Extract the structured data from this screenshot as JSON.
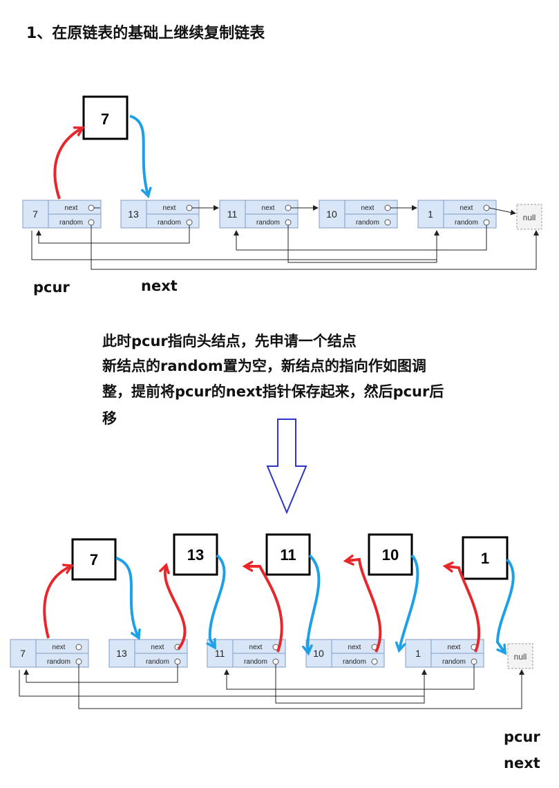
{
  "title": "1、在原链表的基础上继续复制链表",
  "field_next": "next",
  "field_random": "random",
  "null_label": "null",
  "original_list": {
    "values": [
      "7",
      "13",
      "11",
      "10",
      "1"
    ],
    "pcur_label": "pcur",
    "next_label": "next",
    "inserted_value": "7"
  },
  "explanation_lines": [
    "此时pcur指向头结点，先申请一个结点",
    "新结点的random置为空，新结点的指向作如图调",
    "整，提前将pcur的next指针保存起来，然后pcur后",
    "移"
  ],
  "result_list": {
    "values": [
      "7",
      "13",
      "11",
      "10",
      "1"
    ],
    "copied_values": [
      "7",
      "13",
      "11",
      "10",
      "1"
    ],
    "pcur_label": "pcur",
    "next_label": "next"
  },
  "colors": {
    "node_fill": "#d9e6f7",
    "node_stroke": "#7f9cc6",
    "red_arrow": "#e8272b",
    "blue_arrow": "#1ea0e6",
    "down_arrow": "#2b35c8"
  }
}
